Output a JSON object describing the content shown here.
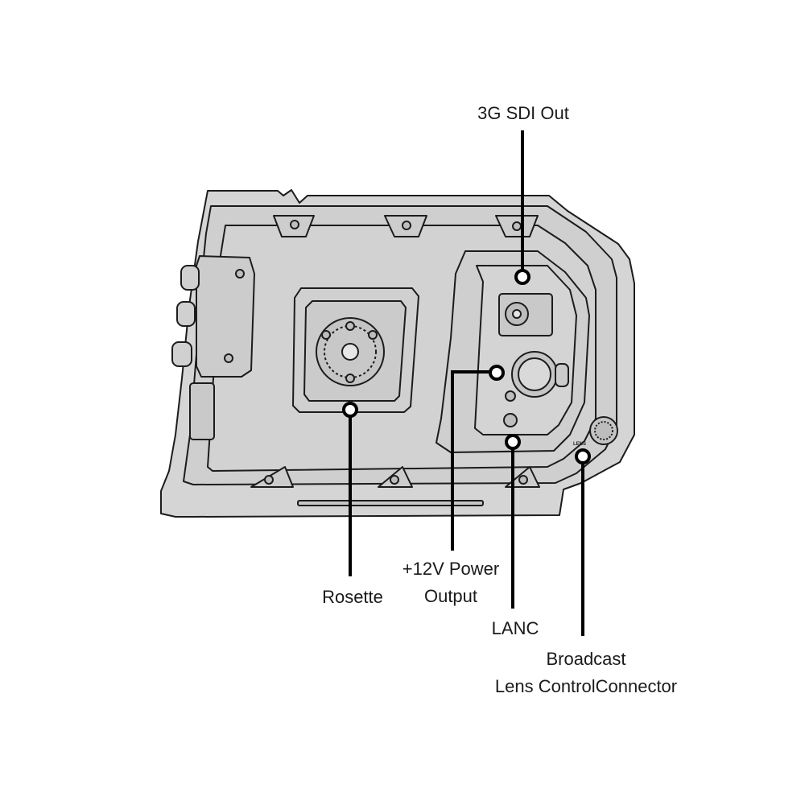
{
  "diagram": {
    "callouts": [
      {
        "id": "sdi-out",
        "lines": [
          "3G SDI Out"
        ]
      },
      {
        "id": "rosette",
        "lines": [
          "Rosette"
        ]
      },
      {
        "id": "power-output",
        "lines": [
          "+12V Power",
          "Output"
        ]
      },
      {
        "id": "lanc",
        "lines": [
          "LANC"
        ]
      },
      {
        "id": "lens-connector",
        "lines": [
          "Broadcast",
          "Lens ControlConnector"
        ]
      }
    ],
    "panel_marking": "LENS",
    "colors": {
      "body_fill": "#d5d5d5",
      "body_stroke": "#1c1c1c",
      "leader": "#000000",
      "marker_fill": "#ffffff"
    }
  }
}
